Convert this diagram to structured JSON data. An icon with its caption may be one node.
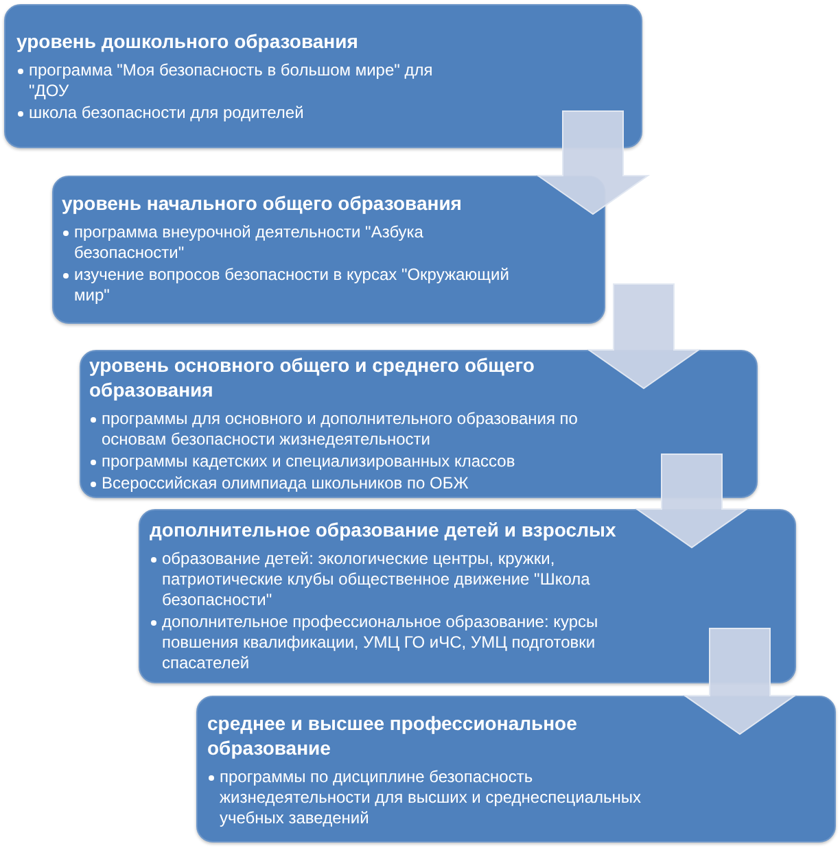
{
  "diagram": {
    "nodes": [
      {
        "text": [
          "уровень дошкольного образования",
          "программа \"Моя безопасность в большом мире\" для \"ДОУ",
          "школа безопасности для родителей"
        ]
      },
      {
        "text": [
          "уровень начального общего образования",
          "программа внеурочной деятельности \"Азбука безопасности\"",
          "изучение вопросов безопасности в курсах \"Окружающий мир\""
        ]
      },
      {
        "text": [
          "уровень основного общего и среднего общего образования",
          "программы для основного и дополнительного образования по основам безопасности жизнедеятельности",
          "программы кадетских и специализированных классов",
          "Всероссийская олимпиада школьников по ОБЖ"
        ]
      },
      {
        "text": [
          "дополнительное образование детей и взрослых",
          "образование детей: экологические центры, кружки, патриотические клубы общественное движение \"Школа безопасности\"",
          "дополнительное профессиональное образование: курсы повшения квалификации, УМЦ ГО иЧС, УМЦ подготовки спасателей"
        ]
      },
      {
        "text": [
          "среднее и высшее профессиональное образование",
          "программы по дисциплине безопасность жизнедеятельности для высших и среднеспециальных учебных заведений"
        ]
      }
    ],
    "edges": [
      {
        "from": 0,
        "to": 1,
        "arrow": "to"
      },
      {
        "from": 1,
        "to": 2,
        "arrow": "to"
      },
      {
        "from": 2,
        "to": 3,
        "arrow": "to"
      },
      {
        "from": 3,
        "to": 4,
        "arrow": "to"
      }
    ]
  }
}
